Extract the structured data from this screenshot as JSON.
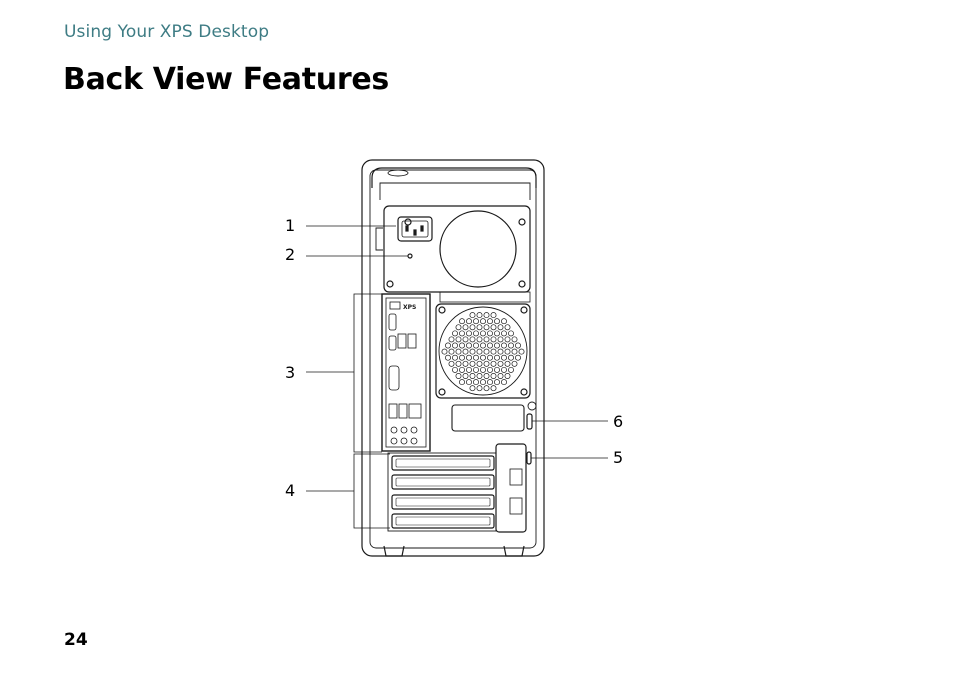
{
  "header": {
    "section": "Using Your XPS Desktop"
  },
  "title": "Back View Features",
  "page_number": "24",
  "figure": {
    "logo_text": "XPS",
    "callouts": [
      {
        "label": "1"
      },
      {
        "label": "2"
      },
      {
        "label": "3"
      },
      {
        "label": "4"
      },
      {
        "label": "6"
      },
      {
        "label": "5"
      }
    ]
  }
}
